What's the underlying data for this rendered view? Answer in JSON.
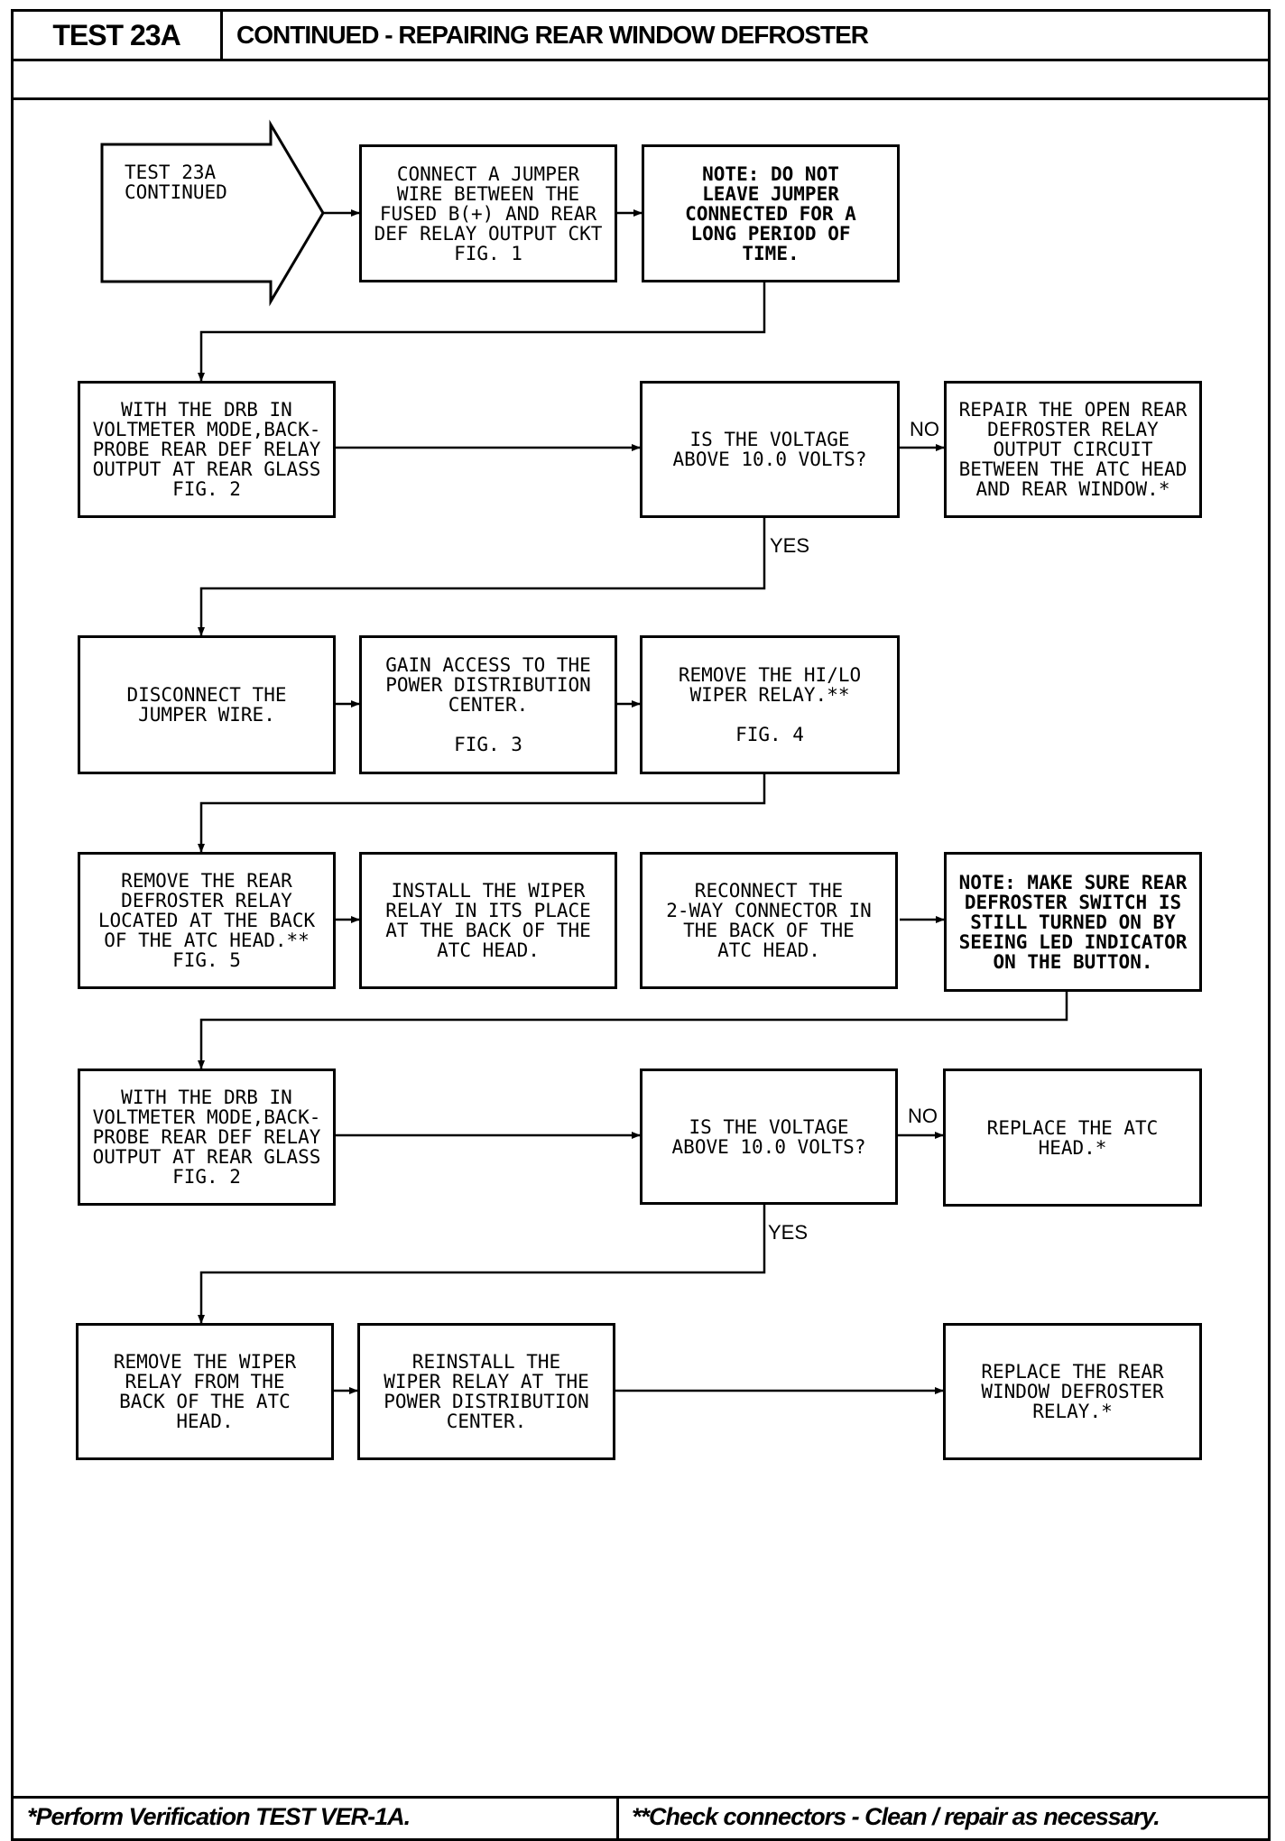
{
  "header": {
    "test": "TEST 23A",
    "title": "CONTINUED - REPAIRING REAR WINDOW DEFROSTER"
  },
  "flow": {
    "start": "TEST 23A\nCONTINUED",
    "jumper": "CONNECT A JUMPER\nWIRE BETWEEN THE\nFUSED B(+) AND REAR\nDEF RELAY OUTPUT CKT\nFIG. 1",
    "note1": "NOTE:  DO NOT\nLEAVE JUMPER\nCONNECTED FOR A\nLONG PERIOD OF\nTIME.",
    "drb1": "WITH THE DRB IN\nVOLTMETER MODE,BACK-\nPROBE REAR DEF RELAY\nOUTPUT AT REAR GLASS\nFIG. 2",
    "q1": "IS THE VOLTAGE\nABOVE 10.0 VOLTS?",
    "repair_open": "REPAIR THE OPEN REAR\nDEFROSTER RELAY\nOUTPUT CIRCUIT\nBETWEEN THE ATC HEAD\nAND REAR WINDOW.*",
    "disconnect": "DISCONNECT THE\nJUMPER WIRE.",
    "gain_access": "GAIN ACCESS TO THE\nPOWER DISTRIBUTION\nCENTER.\n\nFIG. 3",
    "remove_hilo": "REMOVE THE HI/LO\nWIPER RELAY.**\n\nFIG. 4",
    "remove_rear_relay": "REMOVE THE REAR\nDEFROSTER RELAY\nLOCATED AT THE BACK\nOF THE ATC HEAD.**\nFIG. 5",
    "install_wiper": "INSTALL THE WIPER\nRELAY IN ITS PLACE\nAT THE BACK OF THE\nATC HEAD.",
    "reconnect": "RECONNECT THE\n2-WAY CONNECTOR IN\nTHE BACK OF THE\nATC HEAD.",
    "note2": "NOTE: MAKE SURE REAR\nDEFROSTER SWITCH IS\nSTILL TURNED ON BY\nSEEING LED INDICATOR\nON THE BUTTON.",
    "drb2": "WITH THE DRB IN\nVOLTMETER MODE,BACK-\nPROBE REAR DEF RELAY\nOUTPUT AT REAR GLASS\nFIG. 2",
    "q2": "IS THE VOLTAGE\nABOVE 10.0 VOLTS?",
    "replace_atc": "REPLACE THE ATC\nHEAD.*",
    "remove_wiper": "REMOVE THE WIPER\nRELAY FROM THE\nBACK OF THE ATC\nHEAD.",
    "reinstall_wiper": "REINSTALL THE\nWIPER RELAY AT THE\nPOWER DISTRIBUTION\nCENTER.",
    "replace_rear_relay": "REPLACE THE REAR\nWINDOW DEFROSTER\nRELAY.*"
  },
  "labels": {
    "no1": "NO",
    "yes1": "YES",
    "no2": "NO",
    "yes2": "YES"
  },
  "footer": {
    "left": "*Perform Verification TEST VER-1A.",
    "right": "**Check connectors - Clean / repair as necessary."
  }
}
